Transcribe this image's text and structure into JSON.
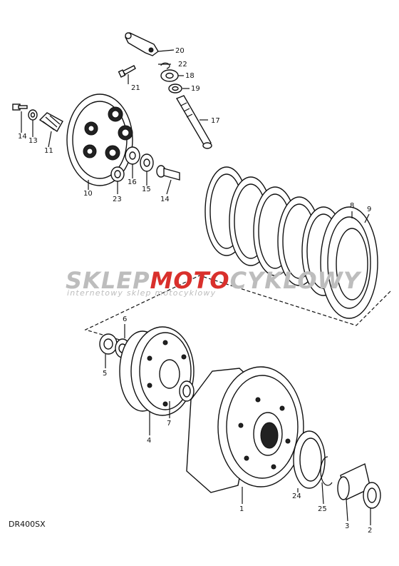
{
  "diagram": {
    "model_code": "DR400SX",
    "watermark": {
      "brand_part1": "SKLEP",
      "brand_part2": "MOTO",
      "brand_part3": "CYKLOWY",
      "subtitle": "internetowy sklep motocyklowy",
      "color_grey": "#bdbdbd",
      "color_red": "#d9302c"
    },
    "callouts": [
      {
        "id": "20",
        "text": "20"
      },
      {
        "id": "22",
        "text": "22"
      },
      {
        "id": "18",
        "text": "18"
      },
      {
        "id": "19",
        "text": "19"
      },
      {
        "id": "21",
        "text": "21"
      },
      {
        "id": "17",
        "text": "17"
      },
      {
        "id": "14a",
        "text": "14"
      },
      {
        "id": "13",
        "text": "13"
      },
      {
        "id": "11",
        "text": "11"
      },
      {
        "id": "10",
        "text": "10"
      },
      {
        "id": "23",
        "text": "23"
      },
      {
        "id": "16",
        "text": "16"
      },
      {
        "id": "15",
        "text": "15"
      },
      {
        "id": "14b",
        "text": "14"
      },
      {
        "id": "8",
        "text": "8"
      },
      {
        "id": "9",
        "text": "9"
      },
      {
        "id": "6",
        "text": "6"
      },
      {
        "id": "5",
        "text": "5"
      },
      {
        "id": "7",
        "text": "7"
      },
      {
        "id": "4",
        "text": "4"
      },
      {
        "id": "1",
        "text": "1"
      },
      {
        "id": "24",
        "text": "24"
      },
      {
        "id": "25",
        "text": "25"
      },
      {
        "id": "3",
        "text": "3"
      },
      {
        "id": "2",
        "text": "2"
      }
    ]
  }
}
